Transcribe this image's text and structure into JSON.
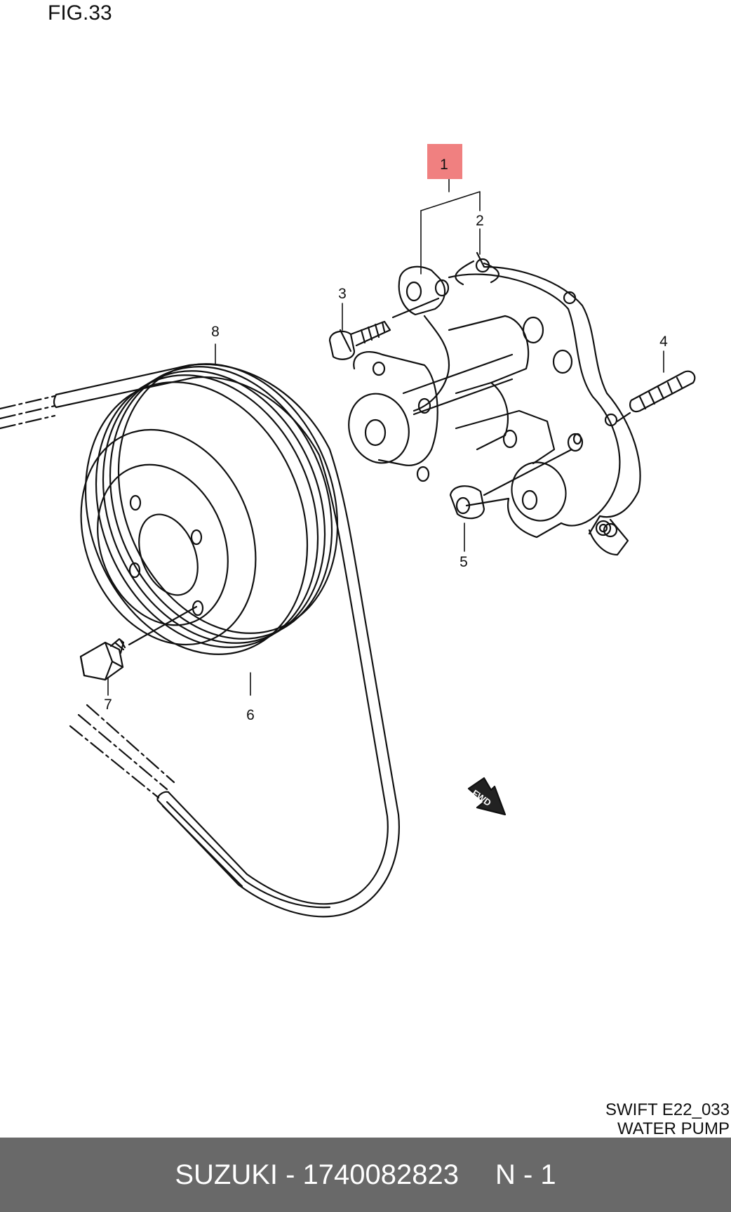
{
  "figure": {
    "title": "FIG.33"
  },
  "callouts": [
    {
      "id": "1",
      "label": "1",
      "highlighted": true
    },
    {
      "id": "2",
      "label": "2"
    },
    {
      "id": "3",
      "label": "3"
    },
    {
      "id": "4",
      "label": "4"
    },
    {
      "id": "5",
      "label": "5"
    },
    {
      "id": "6",
      "label": "6"
    },
    {
      "id": "7",
      "label": "7"
    },
    {
      "id": "8",
      "label": "8"
    }
  ],
  "direction_marker": "FWD",
  "reference": {
    "line1": "SWIFT E22_033",
    "line2": "WATER PUMP"
  },
  "footer": {
    "part": "SUZUKI - 1740082823",
    "qty": "N - 1"
  },
  "colors": {
    "highlight": "#f08080",
    "footer_bg": "#696969",
    "footer_text": "#ffffff"
  }
}
